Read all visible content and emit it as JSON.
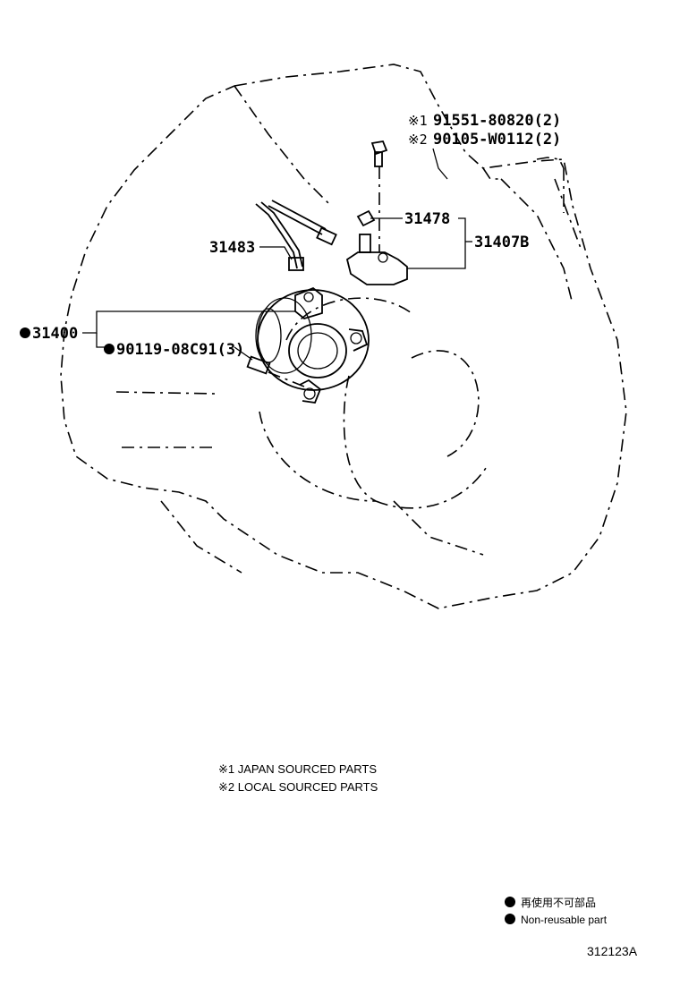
{
  "callouts": {
    "p31400": "31400",
    "p90119": "90119-08C91(3)",
    "p31483": "31483",
    "p31478": "31478",
    "p31407b": "31407B",
    "p91551": "91551-80820(2)",
    "p90105": "90105-W0112(2)",
    "mark1": "※1",
    "mark2": "※2"
  },
  "notes": {
    "japan": "※1 JAPAN SOURCED PARTS",
    "local": "※2 LOCAL SOURCED PARTS"
  },
  "legend": {
    "jp": "再使用不可部品",
    "en": "Non-reusable part"
  },
  "figure_code": "312123A"
}
